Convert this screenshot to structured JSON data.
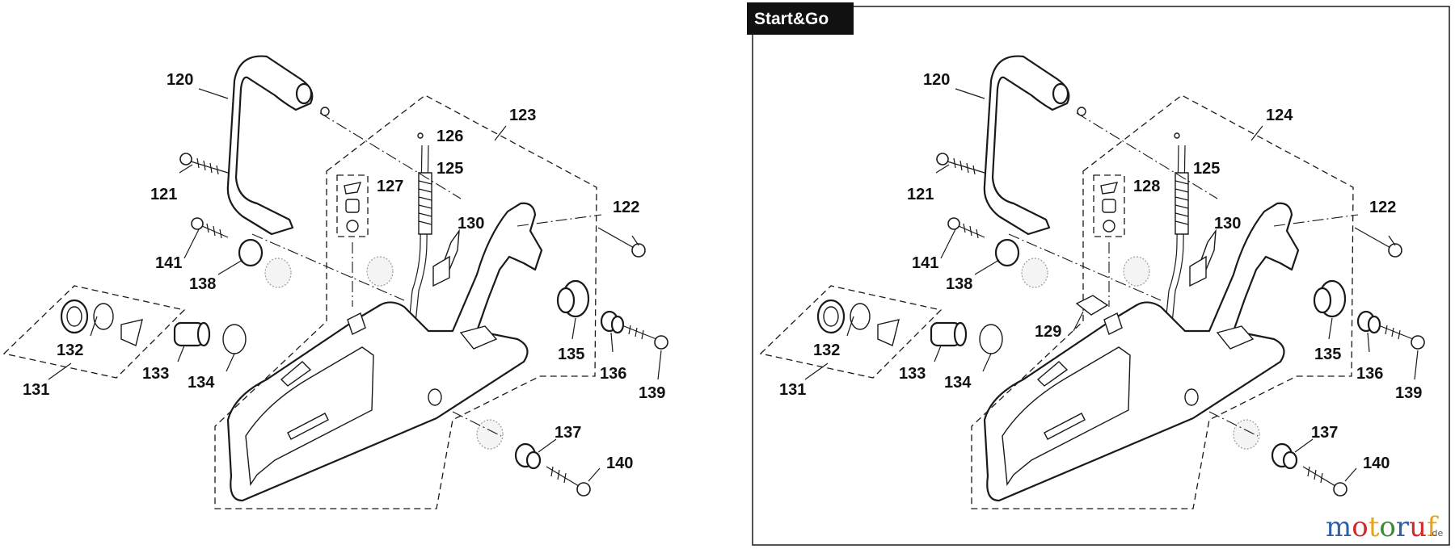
{
  "left_diagram": {
    "callouts": [
      "120",
      "121",
      "141",
      "138",
      "132",
      "131",
      "133",
      "134",
      "123",
      "126",
      "125",
      "127",
      "130",
      "122",
      "135",
      "136",
      "139",
      "137",
      "140"
    ]
  },
  "right_diagram": {
    "badge": "Start&Go",
    "callouts": [
      "120",
      "121",
      "141",
      "138",
      "132",
      "131",
      "133",
      "134",
      "124",
      "125",
      "128",
      "130",
      "129",
      "122",
      "135",
      "136",
      "139",
      "137",
      "140"
    ]
  },
  "watermark": {
    "text_main": "motoruf",
    "text_suffix": ".de",
    "colors": [
      "#2f5fa8",
      "#d4282a",
      "#e8a317",
      "#3b8a3a"
    ]
  }
}
